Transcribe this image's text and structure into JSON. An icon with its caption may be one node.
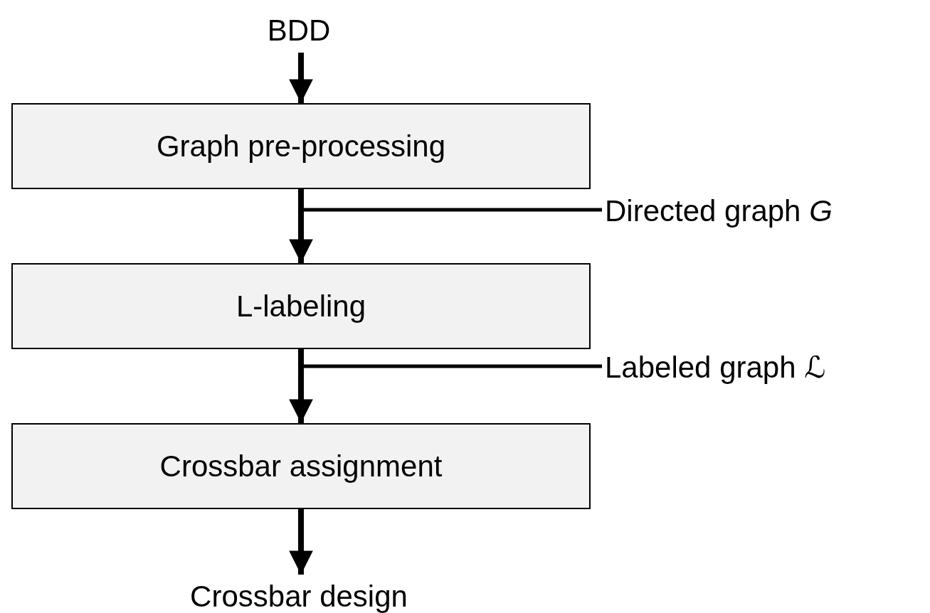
{
  "diagram": {
    "nodes": [
      {
        "text": [
          "BDD"
        ]
      },
      {
        "text": [
          "Graph pre-processing"
        ]
      },
      {
        "text": [
          "L-labeling"
        ]
      },
      {
        "text": [
          "Crossbar assignment"
        ]
      },
      {
        "text": [
          "Crossbar design"
        ]
      },
      {
        "text": [
          "Directed graph *G*"
        ]
      },
      {
        "text": [
          "Labeled graph ℒ"
        ]
      }
    ],
    "edges": [
      {
        "from": 0,
        "to": 1,
        "arrow": "to"
      },
      {
        "from": 1,
        "to": 2,
        "arrow": "to"
      },
      {
        "from": 2,
        "to": 3,
        "arrow": "to"
      },
      {
        "from": 3,
        "to": 4,
        "arrow": "to"
      },
      {
        "from": 5,
        "to": null,
        "arrow": "none"
      },
      {
        "from": 6,
        "to": null,
        "arrow": "none"
      }
    ]
  }
}
